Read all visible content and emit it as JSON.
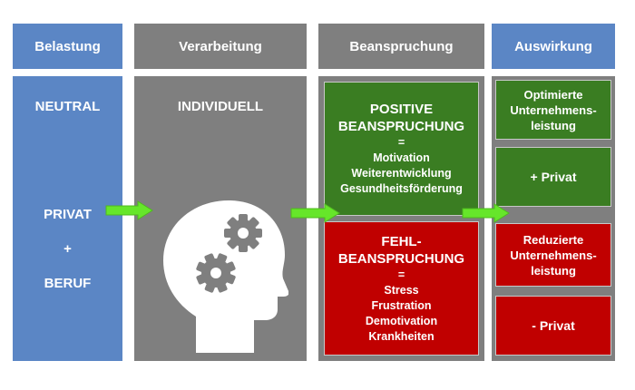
{
  "headers": {
    "belastung": "Belastung",
    "verarbeitung": "Verarbeitung",
    "beanspruchung": "Beanspruchung",
    "auswirkung": "Auswirkung"
  },
  "belastung": {
    "neutral": "NEUTRAL",
    "privat": "PRIVAT",
    "plus": "+",
    "beruf": "BERUF"
  },
  "verarbeitung": {
    "individuell": "INDIVIDUELL"
  },
  "positive": {
    "title_line1": "POSITIVE",
    "title_line2": "BEANSPRUCHUNG",
    "equals": "=",
    "items": [
      "Motivation",
      "Weiterentwicklung",
      "Gesundheitsförderung"
    ]
  },
  "fehl": {
    "title_line1": "FEHL-",
    "title_line2": "BEANSPRUCHUNG",
    "equals": "=",
    "items": [
      "Stress",
      "Frustration",
      "Demotivation",
      "Krankheiten"
    ]
  },
  "auswirkung": {
    "optimierte": [
      "Optimierte",
      "Unternehmens-",
      "leistung"
    ],
    "plus_privat": "+ Privat",
    "reduzierte": [
      "Reduzierte",
      "Unternehmens-",
      "leistung"
    ],
    "minus_privat": "- Privat"
  },
  "colors": {
    "blue": "#5b86c5",
    "gray": "#7f7f7f",
    "green": "#3a7d22",
    "red": "#c00000",
    "arrow": "#66e62a"
  },
  "icons": {
    "arrow": "arrow-right-icon",
    "head": "head-gears-icon"
  }
}
